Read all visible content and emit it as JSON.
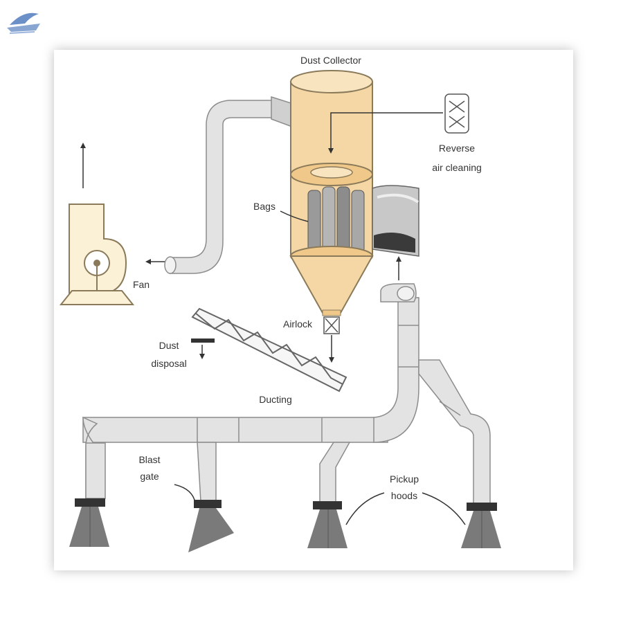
{
  "colors": {
    "duct_fill": "#e3e3e3",
    "duct_stroke": "#8c8c8c",
    "collector_fill": "#f4d7a4",
    "collector_stroke": "#8a7a5a",
    "fan_fill": "#fbf1d6",
    "bag_fill": "#9a9a9a",
    "dark": "#333333",
    "logo": "#6b8fc7"
  },
  "icons": {
    "logo": "ship-logo-icon",
    "reverse_air": "reverse-air-valve-icon",
    "airlock": "airlock-valve-icon"
  },
  "labels": {
    "dust_collector": "Dust Collector",
    "reverse_air_line1": "Reverse",
    "reverse_air_line2": "air cleaning",
    "bags": "Bags",
    "fan": "Fan",
    "airlock": "Airlock",
    "dust_disposal_line1": "Dust",
    "dust_disposal_line2": "disposal",
    "ducting": "Ducting",
    "blast_gate_line1": "Blast",
    "blast_gate_line2": "gate",
    "pickup_hoods_line1": "Pickup",
    "pickup_hoods_line2": "hoods"
  }
}
